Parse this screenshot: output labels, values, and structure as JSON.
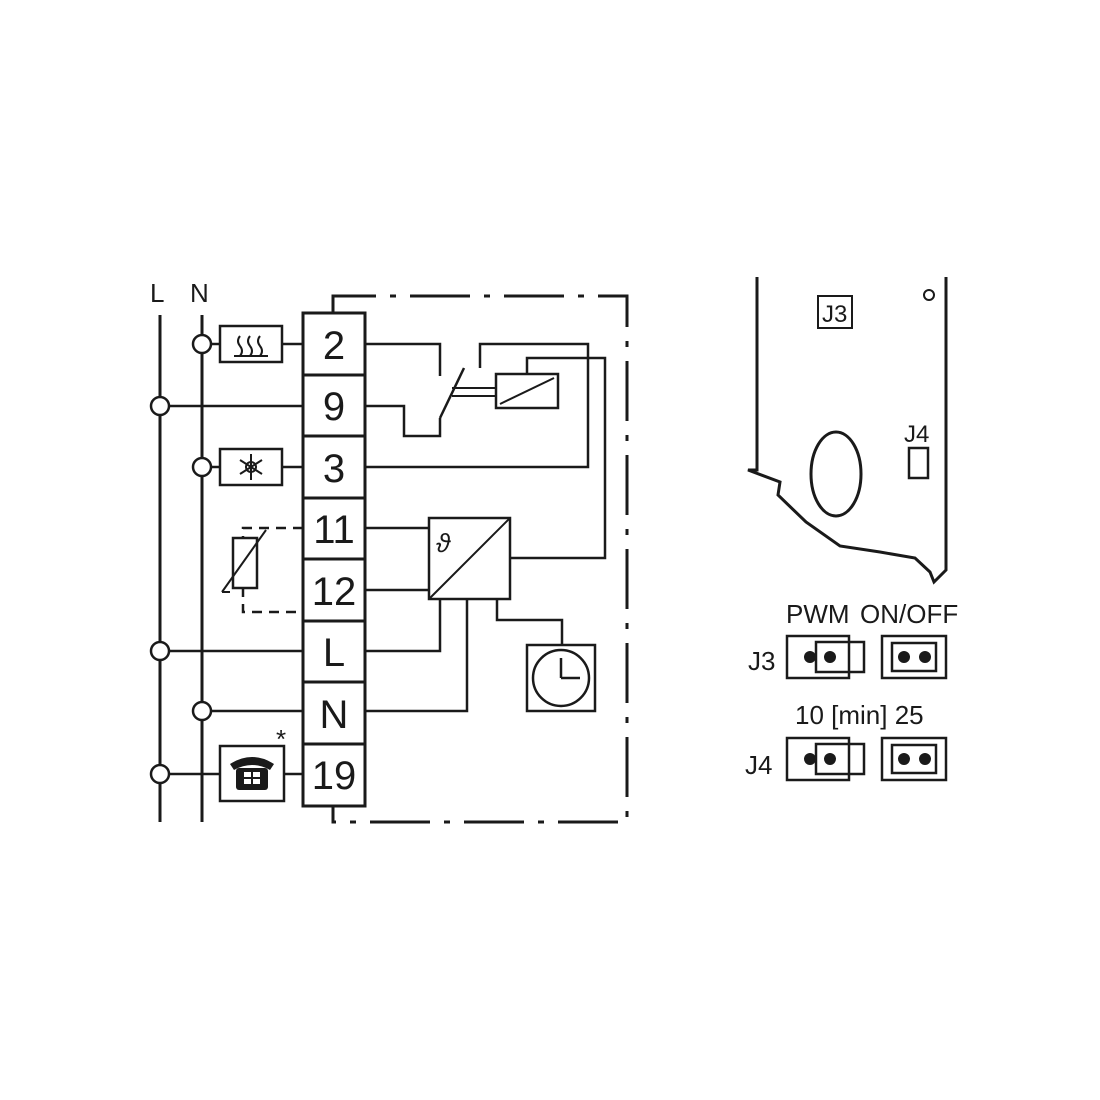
{
  "rails": {
    "l_label": "L",
    "n_label": "N"
  },
  "terminals": [
    "2",
    "9",
    "3",
    "11",
    "12",
    "L",
    "N",
    "19"
  ],
  "telephone_note": "*",
  "thermostat_symbol": "ϑ",
  "board": {
    "j3_tag": "J3",
    "j4_tag": "J4"
  },
  "jumpers": {
    "j3": {
      "label": "J3",
      "left_option": "PWM",
      "right_option": "ON/OFF"
    },
    "j4": {
      "label": "J4",
      "options_text": "10 [min] 25"
    }
  },
  "icons": {
    "heating": "heating-icon",
    "cooling": "snowflake-icon",
    "sensor": "ntc-sensor-icon",
    "telephone": "telephone-icon",
    "clock": "clock-icon"
  }
}
